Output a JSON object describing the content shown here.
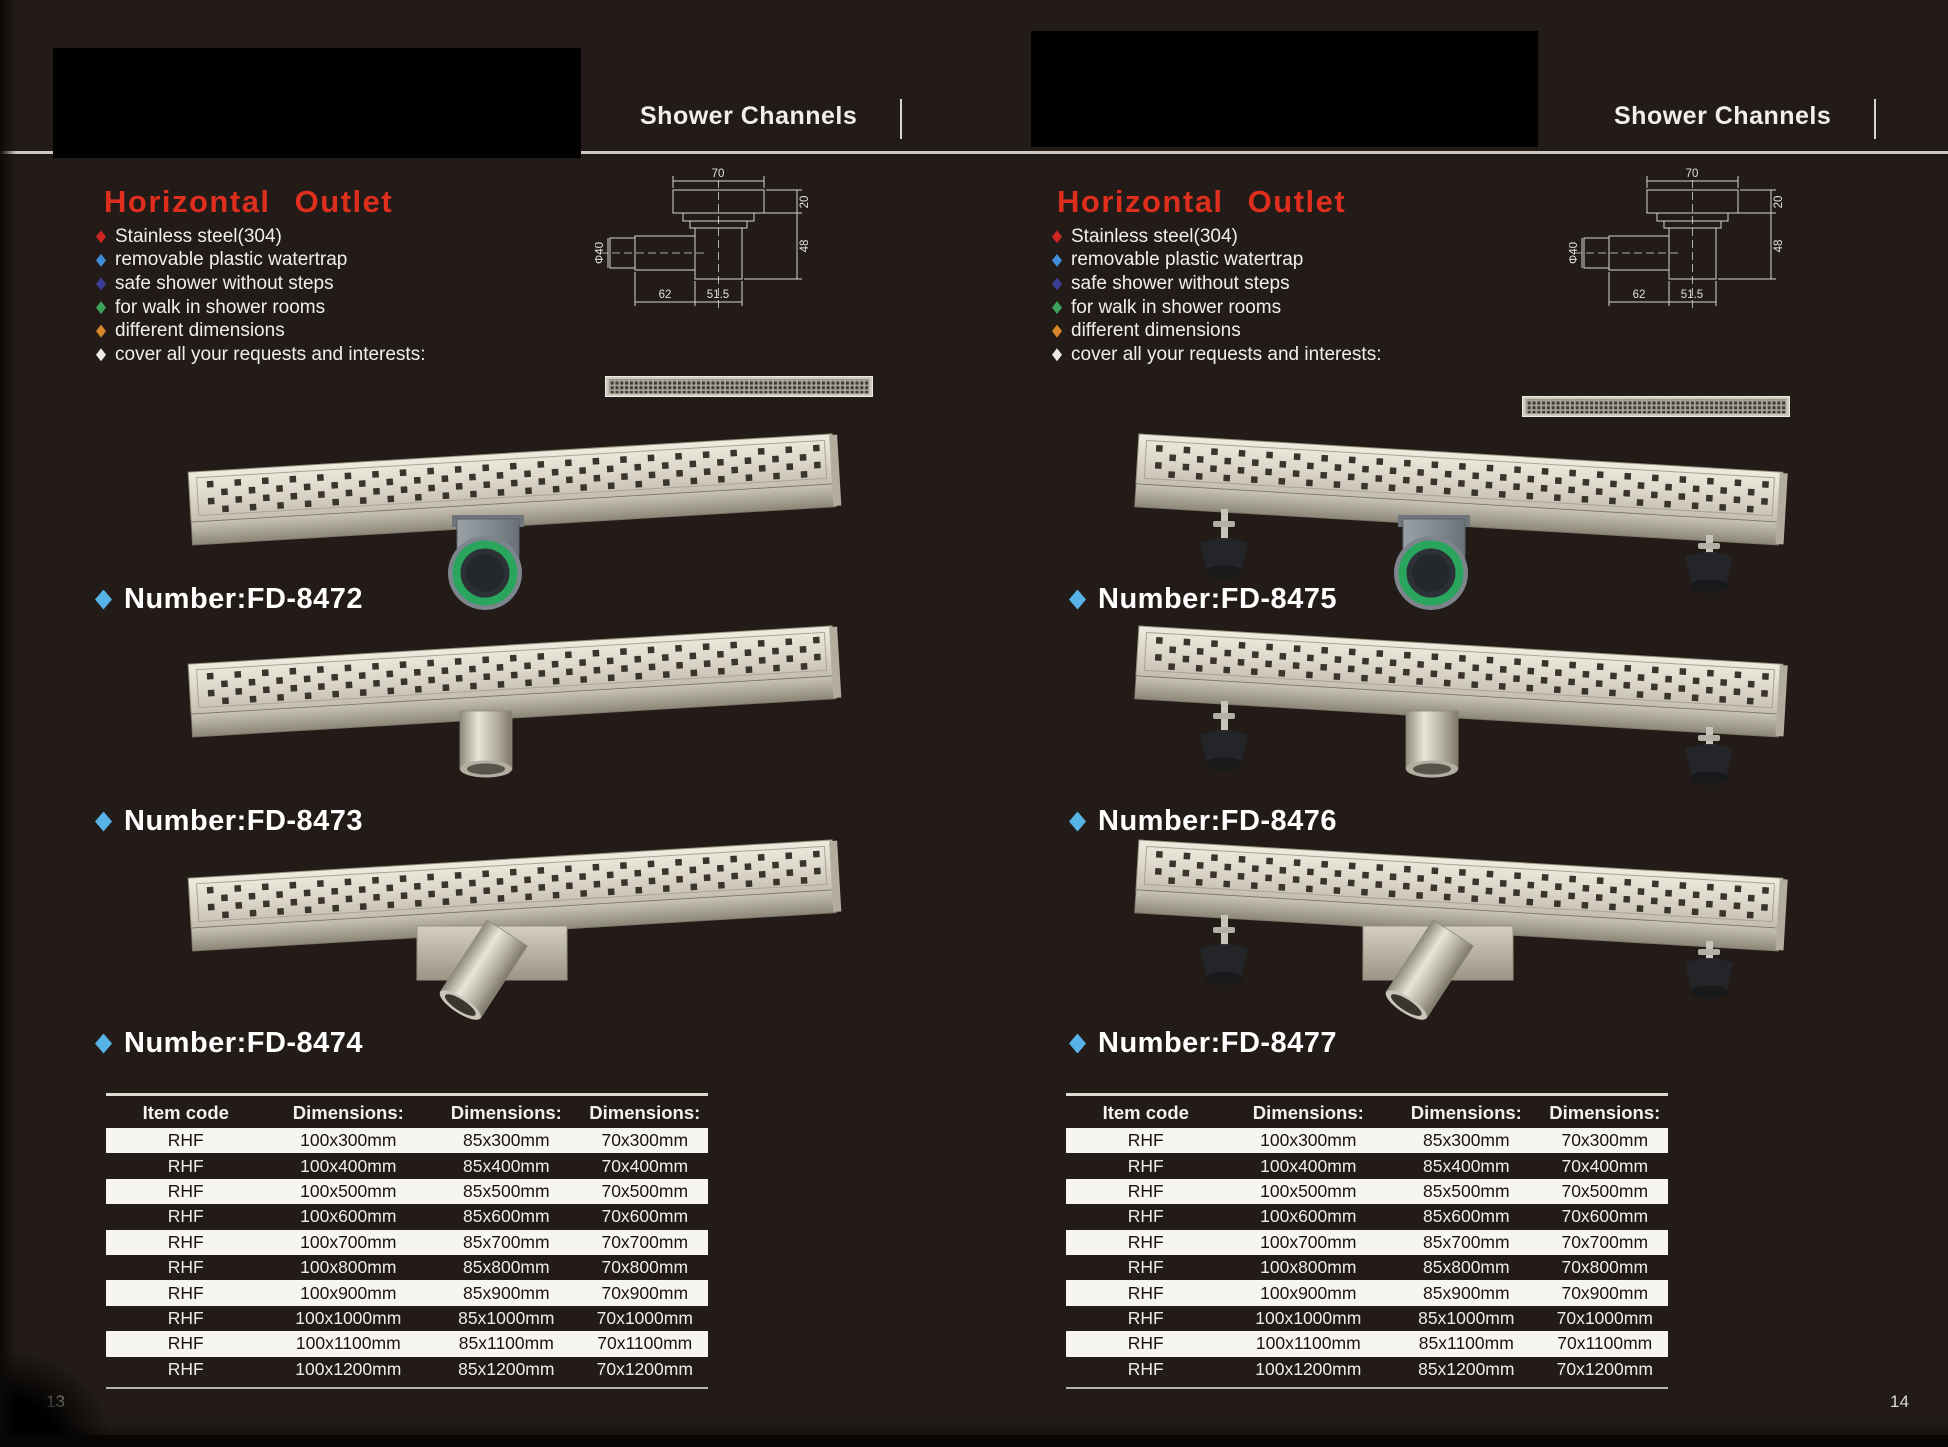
{
  "pages": [
    {
      "id": "left",
      "page_number": "13",
      "header": {
        "section_title": "Shower Channels"
      },
      "title": "Horizontal Outlet",
      "features": [
        {
          "label": "Stainless steel(304)",
          "bullet_color": "#cb2621"
        },
        {
          "label": "removable plastic watertrap",
          "bullet_color": "#3e8fd8"
        },
        {
          "label": "safe shower without steps",
          "bullet_color": "#3b3e97"
        },
        {
          "label": "for walk in shower rooms",
          "bullet_color": "#3da35c"
        },
        {
          "label": "different dimensions",
          "bullet_color": "#d8882b"
        },
        {
          "label": "cover all your requests and interests:",
          "bullet_color": "#efece6"
        }
      ],
      "products": [
        {
          "label": "Number:FD-8472",
          "variant": "elbow-outlet",
          "has_feet": false
        },
        {
          "label": "Number:FD-8473",
          "variant": "vertical-outlet",
          "has_feet": false
        },
        {
          "label": "Number:FD-8474",
          "variant": "side-outlet",
          "has_feet": false
        }
      ],
      "table": {
        "headers": [
          "Item code",
          "Dimensions:",
          "Dimensions:",
          "Dimensions:"
        ],
        "rows": [
          [
            "RHF",
            "100x300mm",
            "85x300mm",
            "70x300mm"
          ],
          [
            "RHF",
            "100x400mm",
            "85x400mm",
            "70x400mm"
          ],
          [
            "RHF",
            "100x500mm",
            "85x500mm",
            "70x500mm"
          ],
          [
            "RHF",
            "100x600mm",
            "85x600mm",
            "70x600mm"
          ],
          [
            "RHF",
            "100x700mm",
            "85x700mm",
            "70x700mm"
          ],
          [
            "RHF",
            "100x800mm",
            "85x800mm",
            "70x800mm"
          ],
          [
            "RHF",
            "100x900mm",
            "85x900mm",
            "70x900mm"
          ],
          [
            "RHF",
            "100x1000mm",
            "85x1000mm",
            "70x1000mm"
          ],
          [
            "RHF",
            "100x1100mm",
            "85x1100mm",
            "70x1100mm"
          ],
          [
            "RHF",
            "100x1200mm",
            "85x1200mm",
            "70x1200mm"
          ]
        ]
      }
    },
    {
      "id": "right",
      "page_number": "14",
      "header": {
        "section_title": "Shower Channels"
      },
      "title": "Horizontal Outlet",
      "features": [
        {
          "label": "Stainless steel(304)",
          "bullet_color": "#cb2621"
        },
        {
          "label": "removable plastic watertrap",
          "bullet_color": "#3e8fd8"
        },
        {
          "label": "safe shower without steps",
          "bullet_color": "#3b3e97"
        },
        {
          "label": "for walk in shower rooms",
          "bullet_color": "#3da35c"
        },
        {
          "label": "different dimensions",
          "bullet_color": "#d8882b"
        },
        {
          "label": "cover all your requests and interests:",
          "bullet_color": "#efece6"
        }
      ],
      "products": [
        {
          "label": "Number:FD-8475",
          "variant": "elbow-outlet",
          "has_feet": true
        },
        {
          "label": "Number:FD-8476",
          "variant": "vertical-outlet",
          "has_feet": true
        },
        {
          "label": "Number:FD-8477",
          "variant": "side-outlet",
          "has_feet": true
        }
      ],
      "table": {
        "headers": [
          "Item code",
          "Dimensions:",
          "Dimensions:",
          "Dimensions:"
        ],
        "rows": [
          [
            "RHF",
            "100x300mm",
            "85x300mm",
            "70x300mm"
          ],
          [
            "RHF",
            "100x400mm",
            "85x400mm",
            "70x400mm"
          ],
          [
            "RHF",
            "100x500mm",
            "85x500mm",
            "70x500mm"
          ],
          [
            "RHF",
            "100x600mm",
            "85x600mm",
            "70x600mm"
          ],
          [
            "RHF",
            "100x700mm",
            "85x700mm",
            "70x700mm"
          ],
          [
            "RHF",
            "100x800mm",
            "85x800mm",
            "70x800mm"
          ],
          [
            "RHF",
            "100x900mm",
            "85x900mm",
            "70x900mm"
          ],
          [
            "RHF",
            "100x1000mm",
            "85x1000mm",
            "70x1000mm"
          ],
          [
            "RHF",
            "100x1100mm",
            "85x1100mm",
            "70x1100mm"
          ],
          [
            "RHF",
            "100x1200mm",
            "85x1200mm",
            "70x1200mm"
          ]
        ]
      }
    }
  ],
  "technical_drawing": {
    "top_width": "70",
    "flange_height": "20",
    "body_height": "48",
    "pipe_diameter": "Φ40",
    "bottom_left_width": "62",
    "bottom_right_width": "51.5"
  },
  "colors": {
    "accent_red": "#de2e1d",
    "number_diamond_blue": "#57b3e5",
    "watertrap_gasket_green": "#2aa55e"
  }
}
